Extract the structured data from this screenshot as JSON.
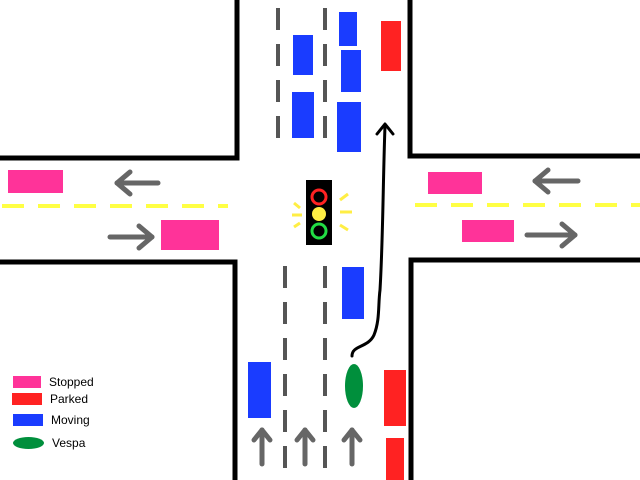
{
  "legend": {
    "items": [
      {
        "label": "Stopped",
        "color": "#ff3399",
        "shape": "rect"
      },
      {
        "label": "Parked",
        "color": "#ff2222",
        "shape": "rect"
      },
      {
        "label": "Moving",
        "color": "#1a3cff",
        "shape": "rect"
      },
      {
        "label": "Vespa",
        "color": "#008f3c",
        "shape": "ellipse"
      }
    ]
  },
  "colors": {
    "road_edge": "#000000",
    "lane_divider": "#555555",
    "center_line": "#ffff44",
    "arrow": "#666666",
    "path": "#000000"
  }
}
